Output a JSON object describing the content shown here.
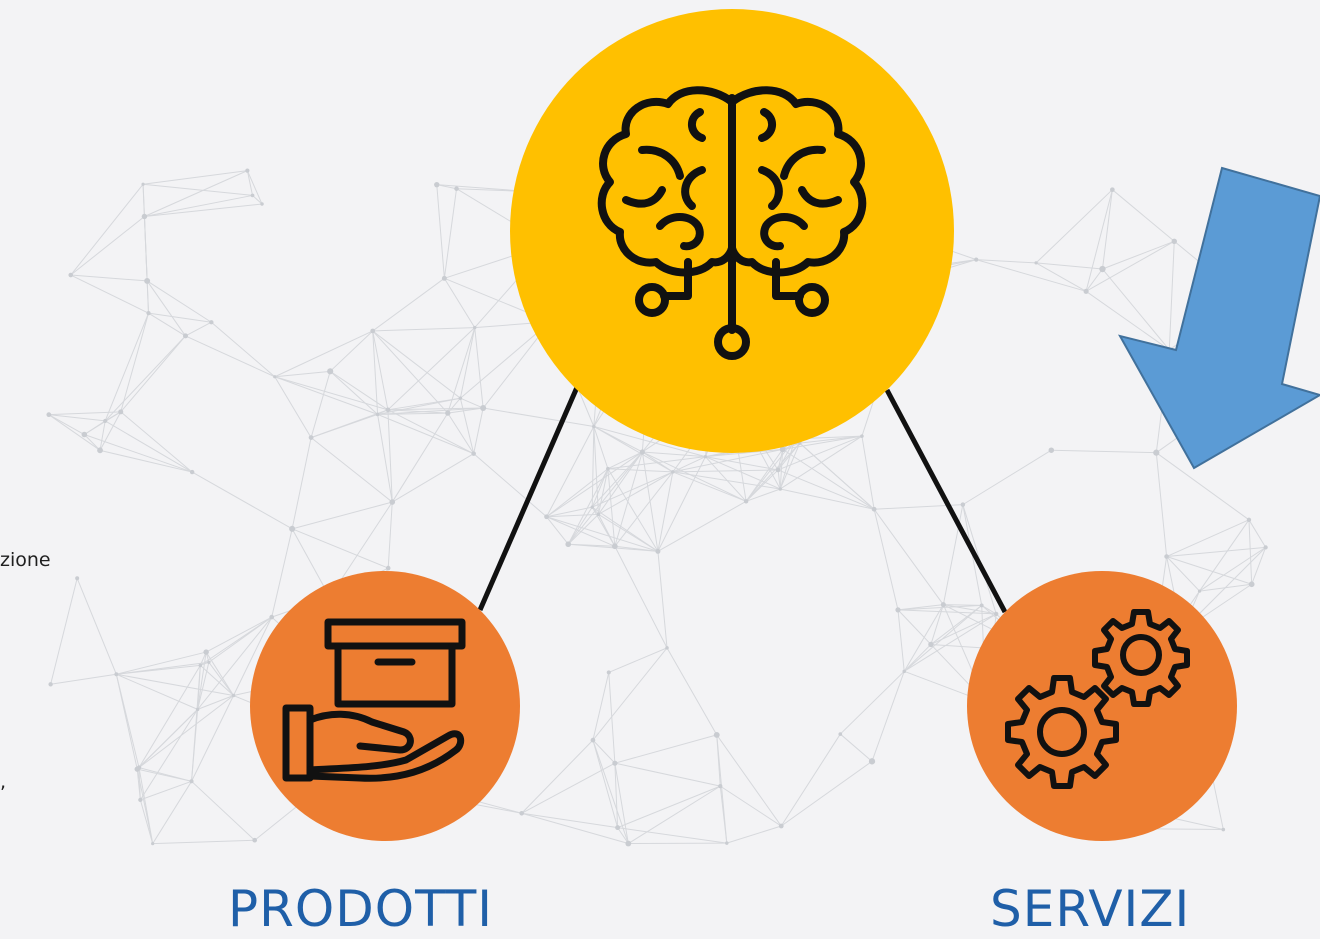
{
  "side_text": {
    "fragment_1": "zione",
    "fragment_2": ","
  },
  "nodes": {
    "center": {
      "icon": "brain-circuit-icon",
      "color": "#ffc000"
    },
    "left": {
      "label": "PRODOTTI",
      "icon": "hand-box-icon",
      "color": "#ed7d31"
    },
    "right": {
      "label": "SERVIZI",
      "icon": "gears-icon",
      "color": "#ed7d31"
    }
  },
  "colors": {
    "background": "#f3f3f5",
    "arrow": "#5b9bd5",
    "connector": "#111111",
    "label": "#1f5fa8"
  }
}
